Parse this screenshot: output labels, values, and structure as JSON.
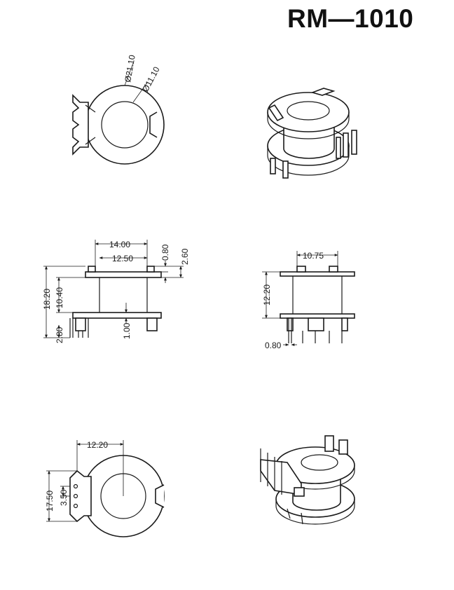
{
  "title": "RM—1010",
  "dimensions": {
    "top_outer_dia": "Ø21.10",
    "top_inner_dia": "Ø11.10",
    "front_width": "14.00",
    "front_inner_width": "12.50",
    "front_flange_thk": "0.80",
    "front_top_gap": "2.60",
    "front_height": "18.20",
    "front_winding_height": "10.40",
    "front_pin_length": "2.80",
    "front_base_thk": "1.00",
    "side_width": "10.75",
    "side_height": "12.20",
    "side_pin_dia": "0.80",
    "bottom_offset": "12.20",
    "bottom_span": "17.50",
    "bottom_pitch": "3.50"
  }
}
